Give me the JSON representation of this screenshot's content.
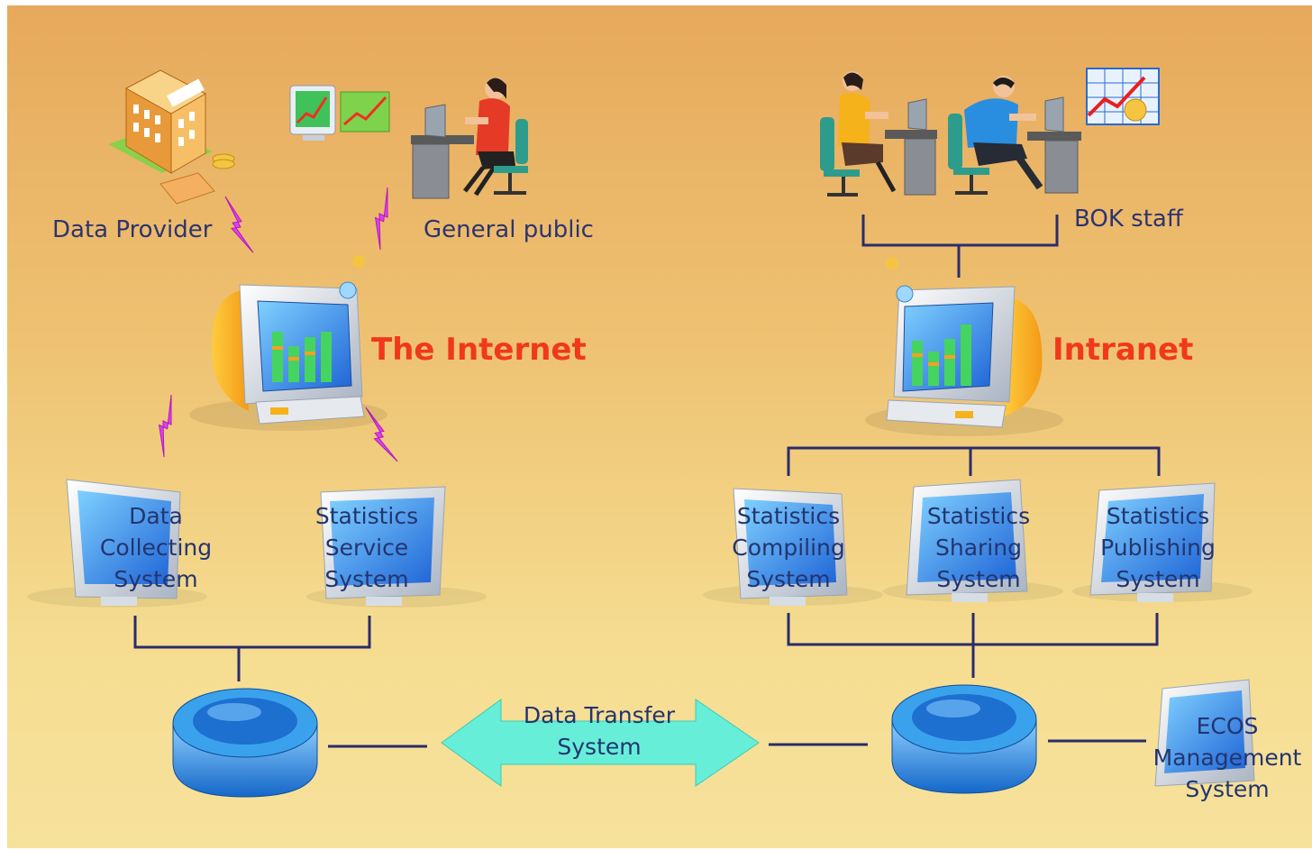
{
  "nodes": {
    "data_provider": "Data Provider",
    "general_public": "General public",
    "bok_staff": "BOK staff",
    "internet": "The Internet",
    "intranet": "Intranet",
    "data_collecting": "Data\nCollecting\nSystem",
    "statistics_service": "Statistics\nService\nSystem",
    "statistics_compiling": "Statistics\nCompiling\nSystem",
    "statistics_sharing": "Statistics\nSharing\nSystem",
    "statistics_publishing": "Statistics\nPublishing\nSystem",
    "data_transfer": "Data Transfer\nSystem",
    "ecos_management": "ECOS\nManagement\nSystem"
  },
  "colors": {
    "background_top": "#e7a95c",
    "background_bottom": "#f7e29c",
    "network_label": "#f0391c",
    "label_text": "#2c3470",
    "connector": "#2b2c6b",
    "lightning": "#e040e8",
    "transfer_arrow": "#66eed8",
    "database": "#2a8ee0",
    "monitor_screen": "#2f7fe0"
  },
  "icons": [
    "bank-building-icon",
    "chart-monitor-icon",
    "woman-at-desk-icon",
    "office-workers-icon",
    "exchange-chart-icon",
    "lightning-bolt-icon",
    "computer-monitor-icon",
    "database-icon",
    "double-arrow-icon"
  ]
}
